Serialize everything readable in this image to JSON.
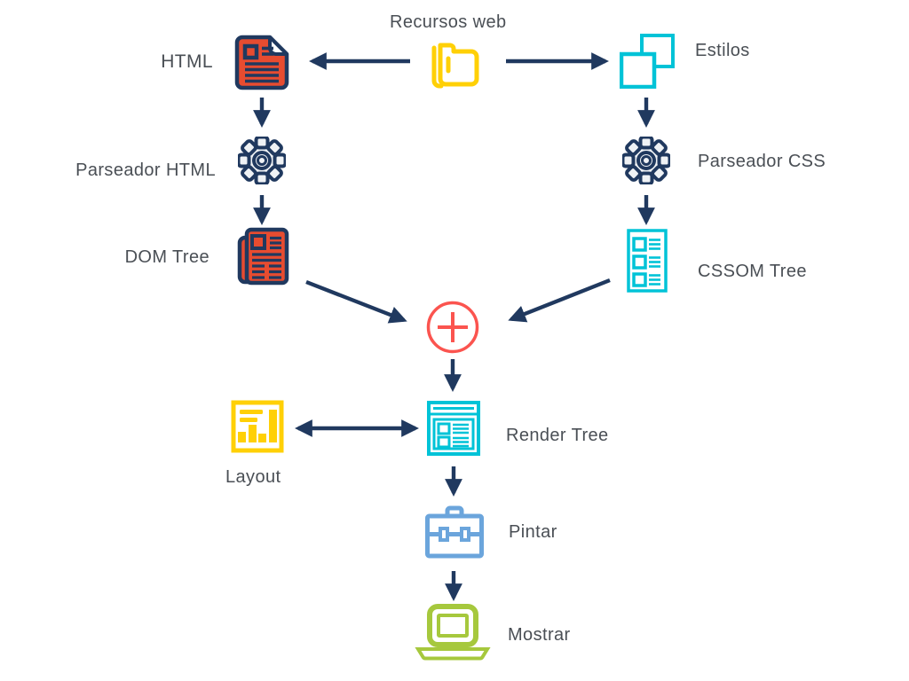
{
  "title": "Recursos web",
  "nodes": {
    "resources": {
      "label": "Recursos web",
      "icon": "folder-icon"
    },
    "html": {
      "label": "HTML",
      "icon": "html-document-icon"
    },
    "parser_html": {
      "label": "Parseador HTML",
      "icon": "gear-icon"
    },
    "dom_tree": {
      "label": "DOM Tree",
      "icon": "newspaper-icon"
    },
    "styles": {
      "label": "Estilos",
      "icon": "stacked-squares-icon"
    },
    "parser_css": {
      "label": "Parseador CSS",
      "icon": "gear-icon"
    },
    "cssom_tree": {
      "label": "CSSOM Tree",
      "icon": "list-document-icon"
    },
    "combine": {
      "label": "",
      "icon": "plus-circle-icon"
    },
    "render_tree": {
      "label": "Render Tree",
      "icon": "browser-window-icon"
    },
    "layout": {
      "label": "Layout",
      "icon": "bar-chart-icon"
    },
    "paint": {
      "label": "Pintar",
      "icon": "briefcase-icon"
    },
    "display": {
      "label": "Mostrar",
      "icon": "laptop-icon"
    }
  },
  "edges": [
    {
      "from": "Recursos web",
      "to": "HTML"
    },
    {
      "from": "Recursos web",
      "to": "Estilos"
    },
    {
      "from": "HTML",
      "to": "Parseador HTML"
    },
    {
      "from": "Parseador HTML",
      "to": "DOM Tree"
    },
    {
      "from": "Estilos",
      "to": "Parseador CSS"
    },
    {
      "from": "Parseador CSS",
      "to": "CSSOM Tree"
    },
    {
      "from": "DOM Tree",
      "to": "combine (+)"
    },
    {
      "from": "CSSOM Tree",
      "to": "combine (+)"
    },
    {
      "from": "combine (+)",
      "to": "Render Tree"
    },
    {
      "from": "Render Tree",
      "to": "Layout",
      "bidirectional": true
    },
    {
      "from": "Render Tree",
      "to": "Pintar"
    },
    {
      "from": "Pintar",
      "to": "Mostrar"
    }
  ],
  "colors": {
    "arrow_navy": "#20395f",
    "doc_red": "#e74c30",
    "plus_coral": "#fb544f",
    "folder_yellow": "#ffd006",
    "css_cyan": "#00c3d7",
    "paint_blue": "#6ba5dc",
    "display_green": "#a6c83d",
    "gear_fill": "#eff2f5",
    "label_text": "#4a4f55"
  }
}
